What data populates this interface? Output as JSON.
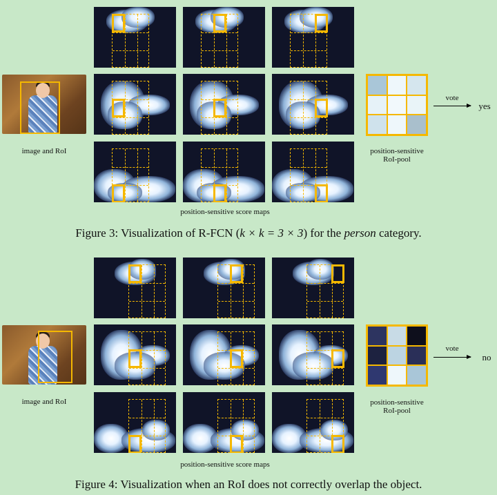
{
  "figure3": {
    "image_label": "image and RoI",
    "score_maps_label": "position-sensitive score maps",
    "pool_label_line1": "position-sensitive",
    "pool_label_line2": "RoI-pool",
    "vote_label": "vote",
    "result": "yes",
    "caption_prefix": "Figure 3: Visualization of R-FCN (",
    "caption_math": "k × k = 3 × 3",
    "caption_mid": ") for the ",
    "caption_italic": "person",
    "caption_suffix": " category.",
    "pool_colors": [
      "#a9c6d8",
      "#eef7fb",
      "#d5e6ee",
      "#e6f2f8",
      "#f2f9fc",
      "#e9f4f8",
      "#cfe2ec",
      "#eef7fb",
      "#a9bfcc"
    ]
  },
  "figure4": {
    "image_label": "image and RoI",
    "score_maps_label": "position-sensitive score maps",
    "pool_label_line1": "position-sensitive",
    "pool_label_line2": "RoI-pool",
    "vote_label": "vote",
    "result": "no",
    "caption": "Figure 4: Visualization when an RoI does not correctly overlap the object.",
    "pool_colors": [
      "#2d3460",
      "#c8dbe6",
      "#0e0f1c",
      "#1d2240",
      "#bcd4e2",
      "#2a2f58",
      "#2f3870",
      "#eef7fb",
      "#a9c6d8"
    ]
  },
  "colors": {
    "background": "#c8e8c8",
    "roi_yellow": "#f5b800",
    "map_dark": "#101428"
  }
}
